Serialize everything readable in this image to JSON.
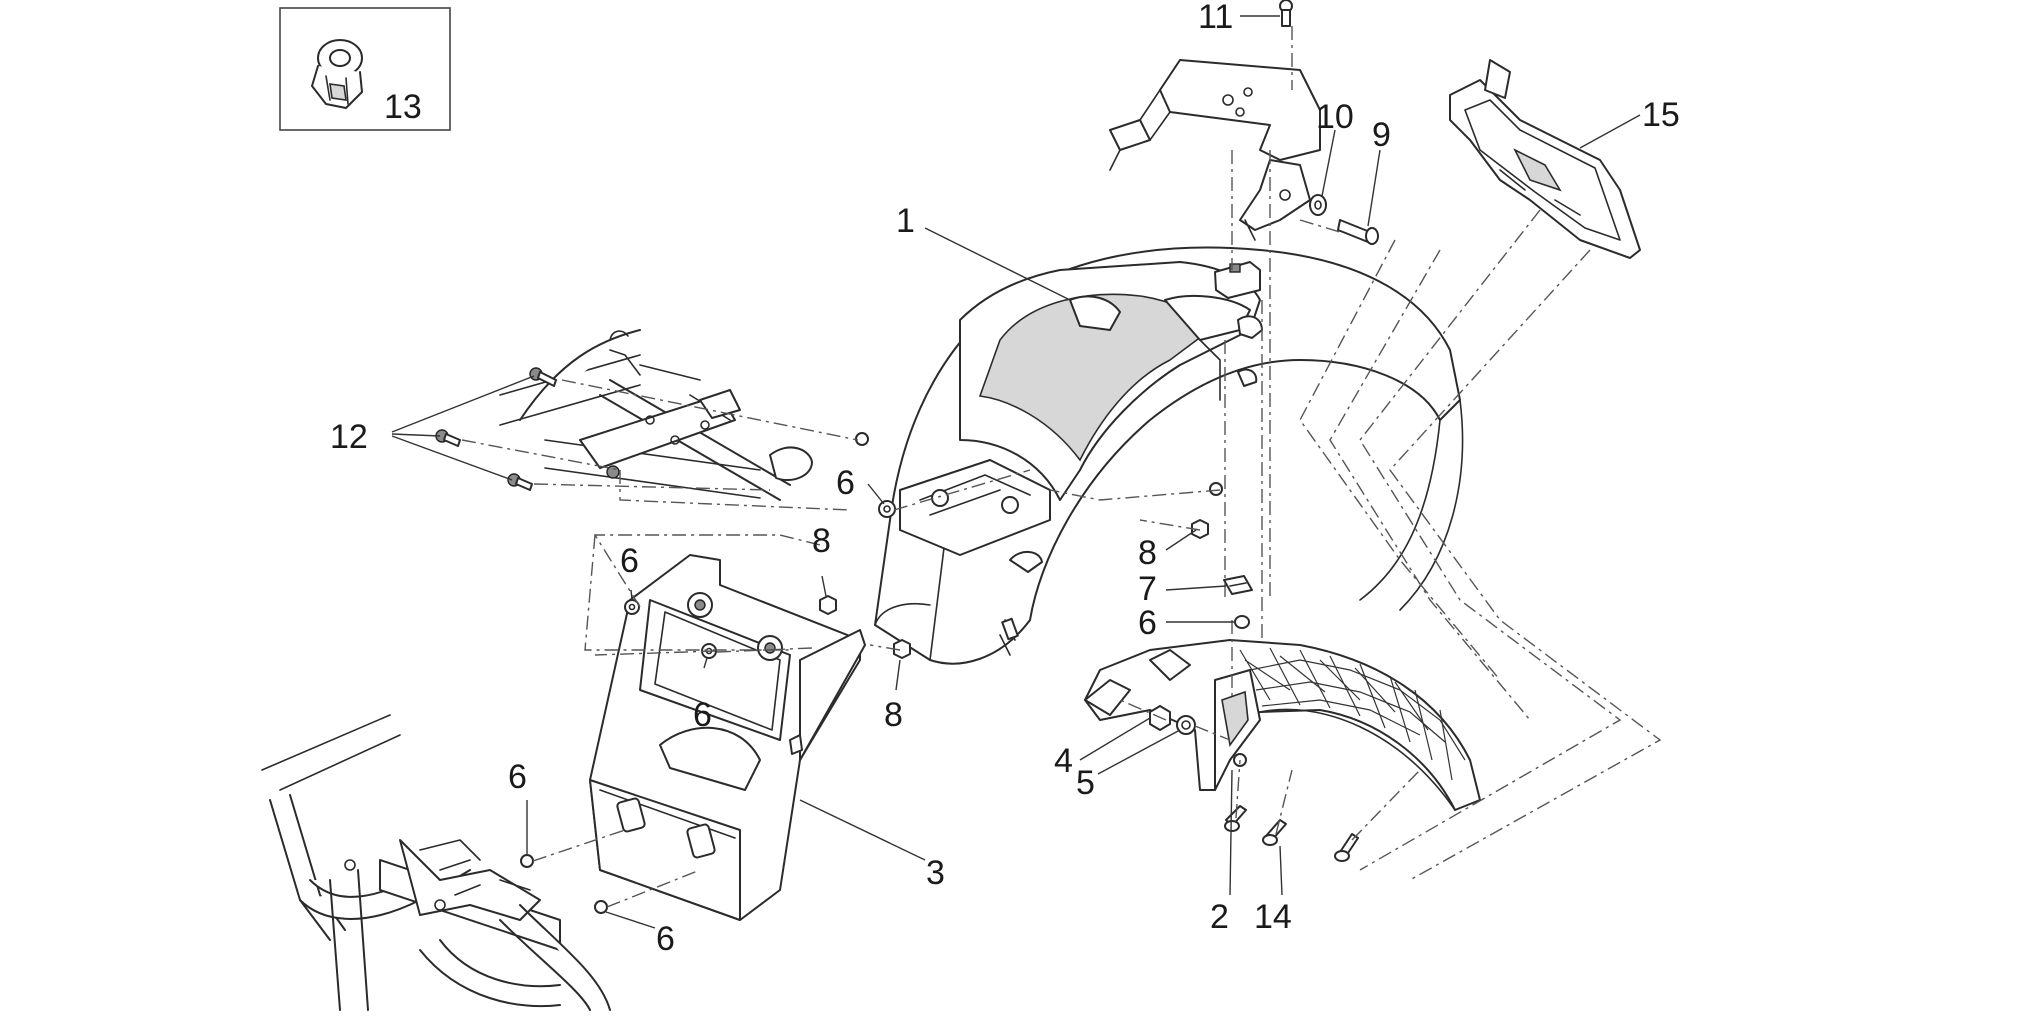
{
  "callouts": {
    "c1": "1",
    "c2": "2",
    "c3": "3",
    "c4": "4",
    "c5": "5",
    "c6a": "6",
    "c6b": "6",
    "c6c": "6",
    "c6d": "6",
    "c6e": "6",
    "c6f": "6",
    "c7": "7",
    "c8a": "8",
    "c8b": "8",
    "c8c": "8",
    "c9": "9",
    "c10": "10",
    "c11": "11",
    "c12": "12",
    "c13": "13",
    "c14": "14",
    "c15": "15"
  },
  "colors": {
    "line": "#2b2b2b",
    "shade": "#d7d7d7",
    "background": "#ffffff"
  }
}
